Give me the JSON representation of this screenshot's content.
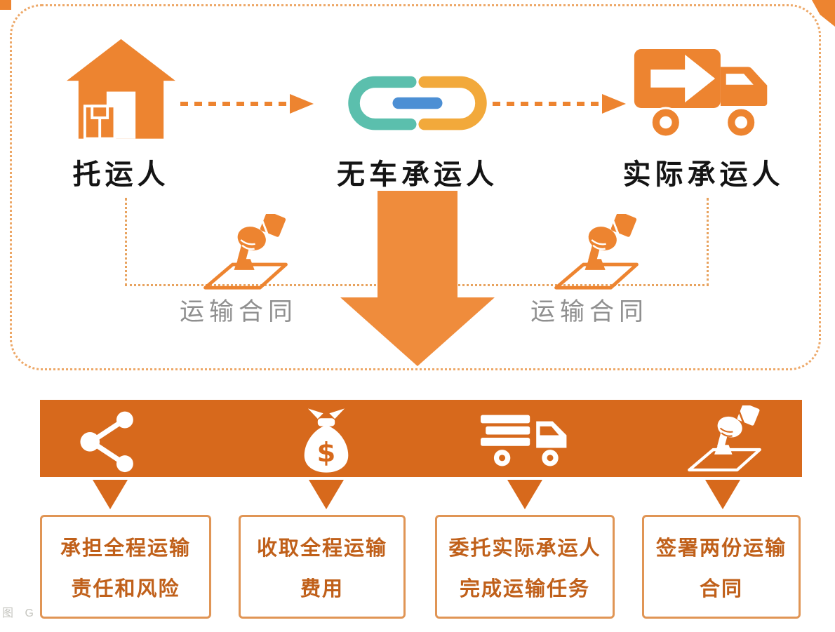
{
  "colors": {
    "primary_orange": "#ED8430",
    "deep_orange": "#D7691C",
    "arrow_orange": "#EF8C3C",
    "dotted_border": "#EDA868",
    "box_border": "#E09555",
    "box_text": "#C0601A",
    "chain_teal": "#5BBFAD",
    "chain_blue": "#4C8FD4",
    "chain_yellow": "#F2A93B",
    "contract_label_gray": "#8F8F8F"
  },
  "flow": {
    "entities": [
      {
        "id": "shipper",
        "icon": "warehouse-icon",
        "label": "托运人"
      },
      {
        "id": "broker",
        "icon": "chain-link-icon",
        "label": "无车承运人"
      },
      {
        "id": "actual-carrier",
        "icon": "truck-icon",
        "label": "实际承运人"
      }
    ],
    "contracts": [
      {
        "icon": "stamp-icon",
        "label": "运输合同"
      },
      {
        "icon": "stamp-icon",
        "label": "运输合同"
      }
    ]
  },
  "benefits": [
    {
      "icon": "share-icon",
      "line1": "承担全程运输",
      "line2": "责任和风险"
    },
    {
      "icon": "money-bag-icon",
      "line1": "收取全程运输",
      "line2": "费用"
    },
    {
      "icon": "delivery-truck-icon",
      "line1": "委托实际承运人",
      "line2": "完成运输任务"
    },
    {
      "icon": "stamp-icon",
      "line1": "签署两份运输",
      "line2": "合同"
    }
  ],
  "watermark": {
    "text": "图 G"
  }
}
